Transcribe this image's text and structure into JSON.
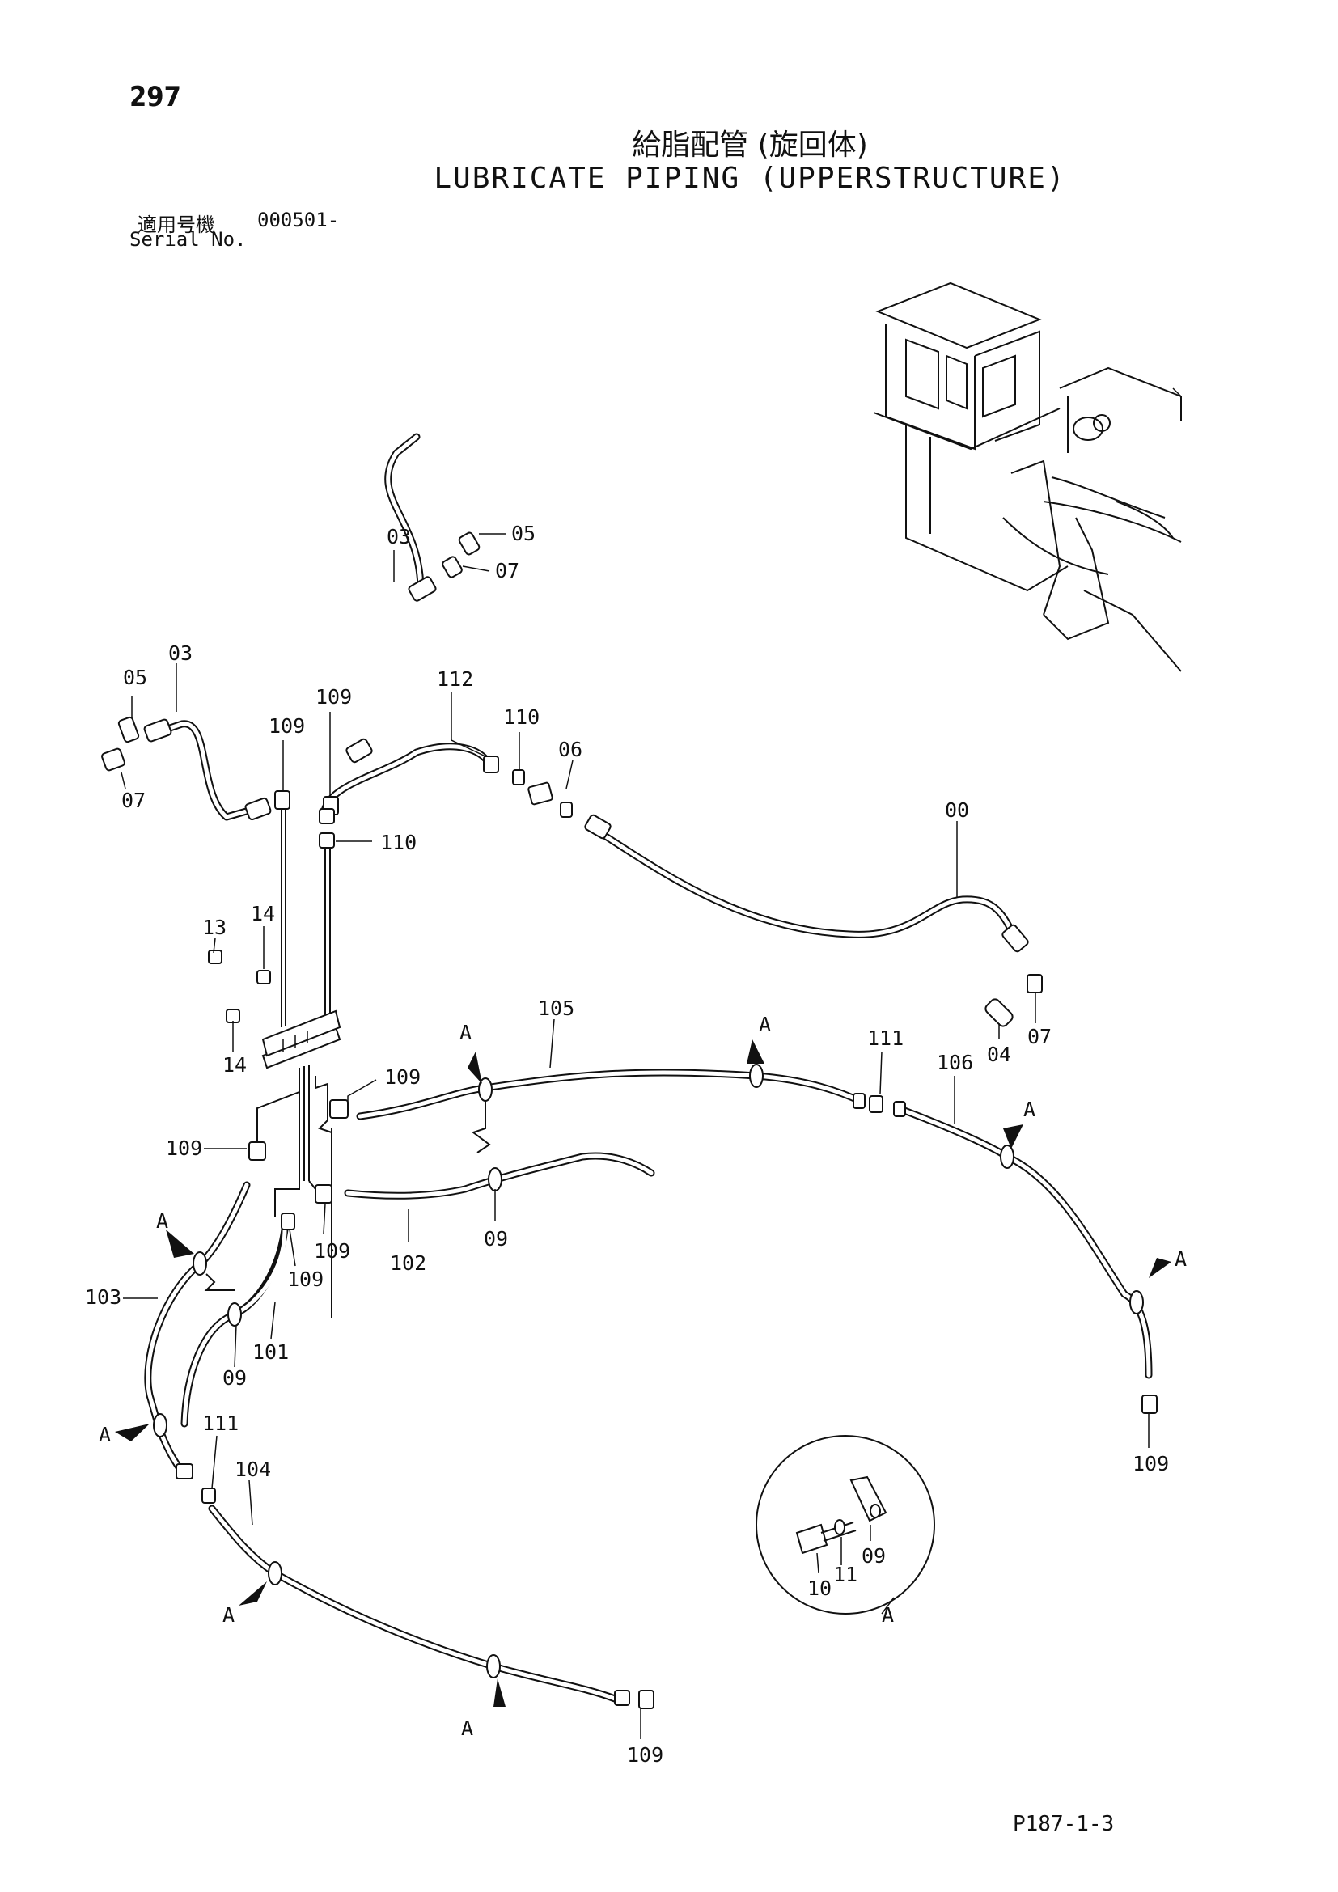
{
  "header": {
    "page_number": "297",
    "title_jp": "給脂配管 (旋回体)",
    "title_en": "LUBRICATE PIPING (UPPERSTRUCTURE)",
    "serial_label_jp": "適用号機",
    "serial_value": "000501-",
    "serial_label_en": "Serial No."
  },
  "callouts": {
    "c03_top": "03",
    "c05_top": "05",
    "c07_top": "07",
    "c05_left": "05",
    "c03_left": "03",
    "c07_left": "07",
    "c109_a": "109",
    "c109_b": "109",
    "c112": "112",
    "c110_a": "110",
    "c06": "06",
    "c110_b": "110",
    "c00": "00",
    "c13": "13",
    "c14_a": "14",
    "c14_b": "14",
    "c04": "04",
    "c07_right": "07",
    "c105": "105",
    "cA_1": "A",
    "cA_2": "A",
    "c111_a": "111",
    "c106": "106",
    "cA_3": "A",
    "c109_c": "109",
    "c109_d": "109",
    "c109_e": "109",
    "c109_f": "109",
    "c102": "102",
    "c09_a": "09",
    "cA_4": "A",
    "c103": "103",
    "c101": "101",
    "c09_b": "09",
    "cA_5": "A",
    "c111_b": "111",
    "c104": "104",
    "cA_6": "A",
    "cA_7": "A",
    "cA_8": "A",
    "c109_g": "109",
    "c109_h": "109",
    "detail_10": "10",
    "detail_11": "11",
    "detail_09": "09",
    "detail_A": "A"
  },
  "footer": {
    "page_ref": "P187-1-3"
  }
}
